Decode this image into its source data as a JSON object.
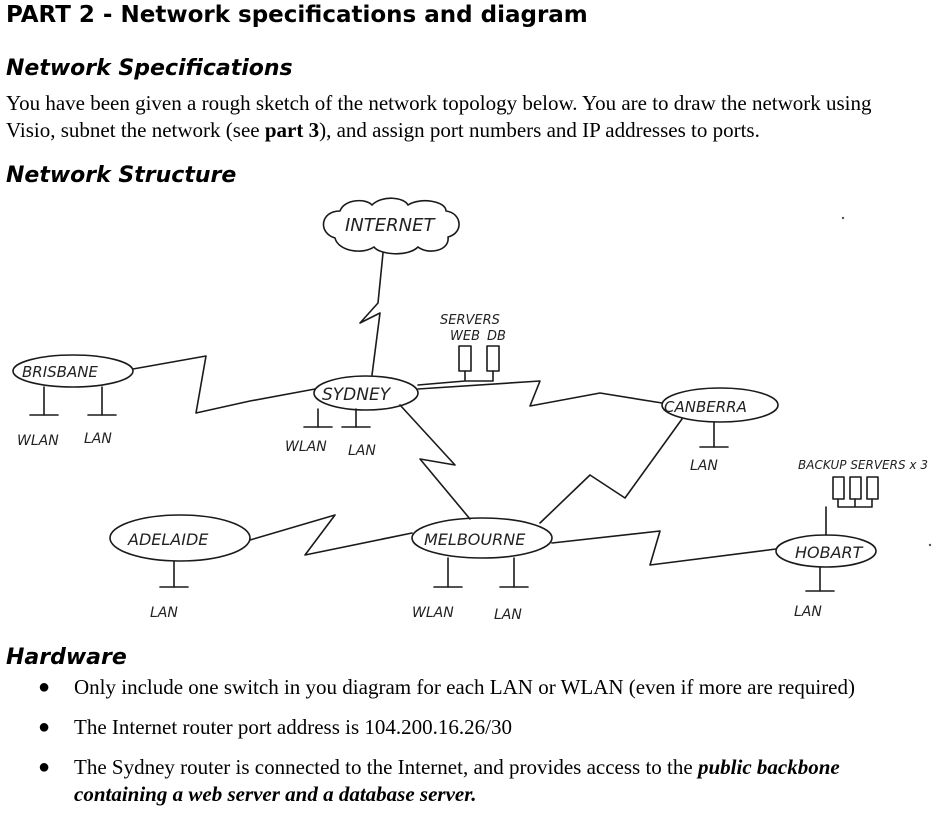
{
  "title": "PART 2 - Network specifications and diagram",
  "specs": {
    "heading": "Network Specifications",
    "text_1": "You have been given a rough sketch of the network topology below. You are to draw the network using",
    "text_2a": "Visio, subnet the network (see ",
    "text_2b": "part 3",
    "text_2c": "), and assign port numbers and IP addresses to ports."
  },
  "structure": {
    "heading": "Network Structure",
    "diagram": {
      "internet": "INTERNET",
      "sydney": "SYDNEY",
      "brisbane": "BRISBANE",
      "canberra": "CANBERRA",
      "adelaide": "ADELAIDE",
      "melbourne": "MELBOURNE",
      "hobart": "HOBART",
      "servers": "SERVERS",
      "web": "WEB",
      "db": "DB",
      "backup_servers": "BACKUP SERVERS x 3",
      "wlan": "WLAN",
      "lan": "LAN"
    }
  },
  "hardware": {
    "heading": "Hardware",
    "bullets": [
      "Only include one switch in you diagram for each LAN or WLAN (even if more are required)",
      "The Internet router port address is 104.200.16.26/30"
    ],
    "bullet3_a": "The Sydney router is connected to the Internet, and provides access to the ",
    "bullet3_b": "public backbone",
    "bullet3_c": "containing a web server and a database server."
  }
}
